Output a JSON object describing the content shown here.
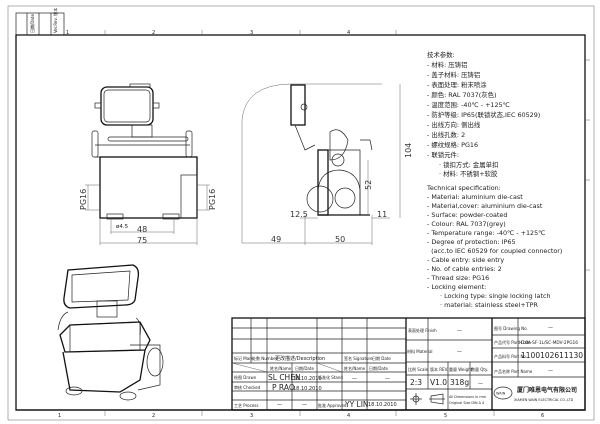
{
  "header_strip": {
    "labels": [
      "日期/Date",
      "Ver.Rev. 版本"
    ]
  },
  "zones": {
    "top": [
      "1",
      "2",
      "3",
      "4"
    ],
    "bottom": [
      "1",
      "2",
      "3",
      "4",
      "5",
      "6"
    ]
  },
  "dimensions": {
    "front_48": "48",
    "front_75": "75",
    "hole": "ø4.5",
    "pg_left": "PG16",
    "pg_right": "PG16",
    "side_49": "49",
    "side_50": "50",
    "side_12_5": "12.5",
    "side_52": "52",
    "side_11": "11",
    "side_104": "104"
  },
  "spec_cn": {
    "title": "技术参数:",
    "lines": [
      "- 材料: 压铸铝",
      "- 盖子材料: 压铸铝",
      "- 表面处理: 粉末喷涂",
      "- 颜色: RAL 7037(灰色)",
      "- 温度范围: -40℃ - +125℃",
      "- 防护等级: IP65(联锁状态,IEC 60529)",
      "- 出线方向: 侧出线",
      "- 出线孔数: 2",
      "- 螺纹规格: PG16",
      "- 联锁元件:",
      "· 锁扣方式: 金属单扣",
      "· 材料: 不锈钢+软胶"
    ]
  },
  "spec_en": {
    "title": "Technical specification:",
    "lines": [
      "- Material: aluminium die-cast",
      "- Material,cover: aluminium die-cast",
      "- Surface: powder-coated",
      "- Colour: RAL 7037(grey)",
      "- Temperature range: -40℃ - +125℃",
      "- Degree of protection: IP65",
      "  (acc.to IEC 60529 for coupled connector)",
      "- Cable entry: side entry",
      "- No. of cable entries: 2",
      "- Thread size: PG16",
      "- Locking element:",
      "· Locking type: single locking latch",
      "· material: stainless steel+TPR"
    ]
  },
  "title_block": {
    "mark": "标记 Mark",
    "number": "处数 Number",
    "description": "更改描述/Description",
    "signature": "签名 Signature",
    "date_h": "日期 Date",
    "name_h": "姓名/Name",
    "date_col": "日期/Date",
    "drawn": "绘图 Drawn",
    "checked": "审核 Checked",
    "process": "工艺 Process",
    "stand": "标准化 Stand",
    "approved": "批准 Approved",
    "drawn_name": "SL CHEN",
    "drawn_date": "18.10.2010",
    "checked_name": "P RAO",
    "checked_date": "18.10.2010",
    "process_name": "—",
    "process_date": "—",
    "stand_name": "—",
    "stand_date": "—",
    "approved_name": "YY LIN",
    "approved_date": "18.10.2010",
    "finish_label": "表面处理 Finish",
    "finish_value": "—",
    "material_label": "材料 Material",
    "material_value": "—",
    "scale_label": "比例 Scale",
    "scale_value": "2:3",
    "rev_label": "版本 REV.",
    "rev_value": "V1.0",
    "weight_label": "重量 Weight",
    "weight_value": "318g",
    "qty_label": "数量 Qty.",
    "qty_value": "—",
    "units_note_1": "All Dimensions in mm",
    "units_note_2": "Original Size DIN A 4",
    "drawing_no_label": "图号 Drawing No.",
    "drawing_no_value": "—",
    "part_code_label": "产品代号 Part Code",
    "part_code_value": "H10A-SF-1L/SC-MDV-2PG16",
    "part_no_label": "产品料号 Part No.",
    "part_no_value": "1100102611130",
    "part_name_label": "产品名称 Part Name",
    "part_name_value": "—",
    "company_cn": "厦门唯恩电气有限公司",
    "company_en": "XIAMEN WAIN ELECTRICAL CO.,LTD",
    "logo_text": "WAIN"
  }
}
